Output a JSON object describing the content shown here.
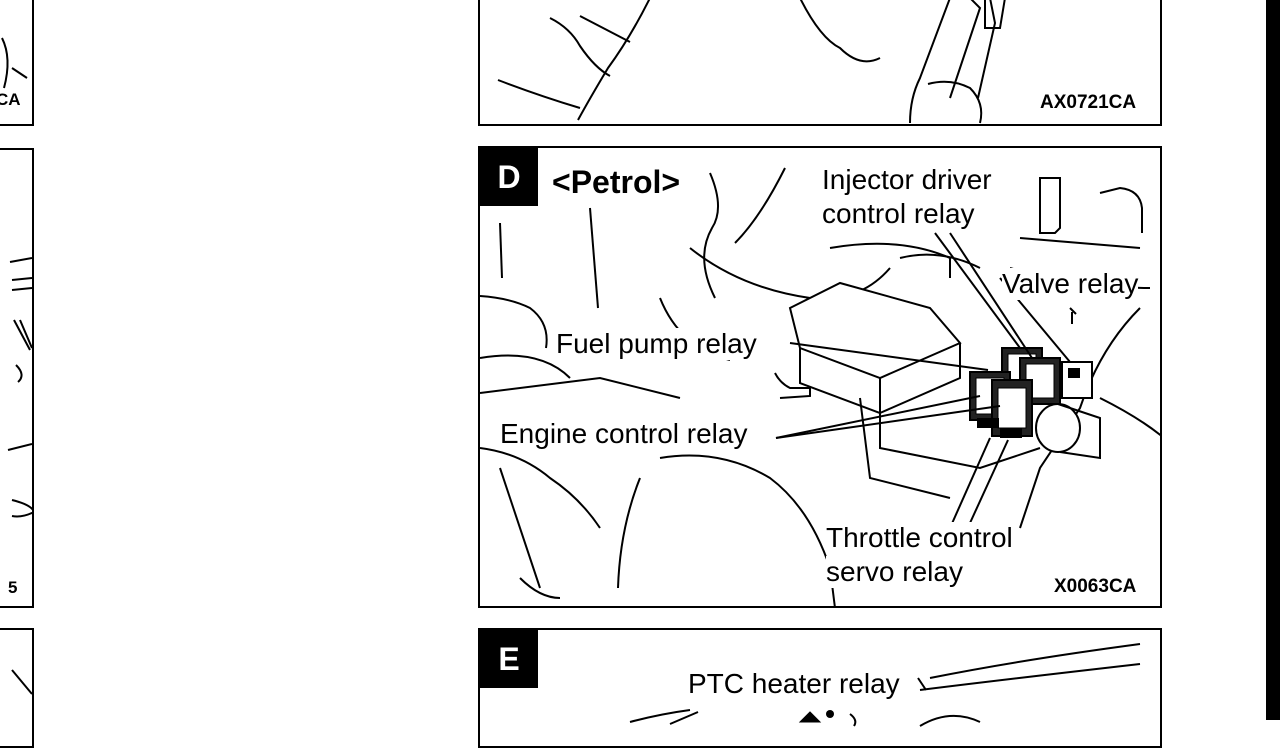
{
  "panels": {
    "top": {
      "code": "AX0721CA"
    },
    "d": {
      "letter": "D",
      "heading": "<Petrol>",
      "labels": {
        "injector_line1": "Injector driver",
        "injector_line2": "control relay",
        "valve": "Valve relay",
        "fuel_pump": "Fuel pump relay",
        "engine": "Engine control relay",
        "throttle_line1": "Throttle  control",
        "throttle_line2": "servo relay"
      },
      "code": "X0063CA"
    },
    "e": {
      "letter": "E",
      "labels": {
        "ptc": "PTC heater relay"
      }
    },
    "left_fragments": {
      "ca": "CA",
      "five": "5"
    }
  },
  "colors": {
    "ink": "#000000",
    "paper": "#ffffff"
  }
}
